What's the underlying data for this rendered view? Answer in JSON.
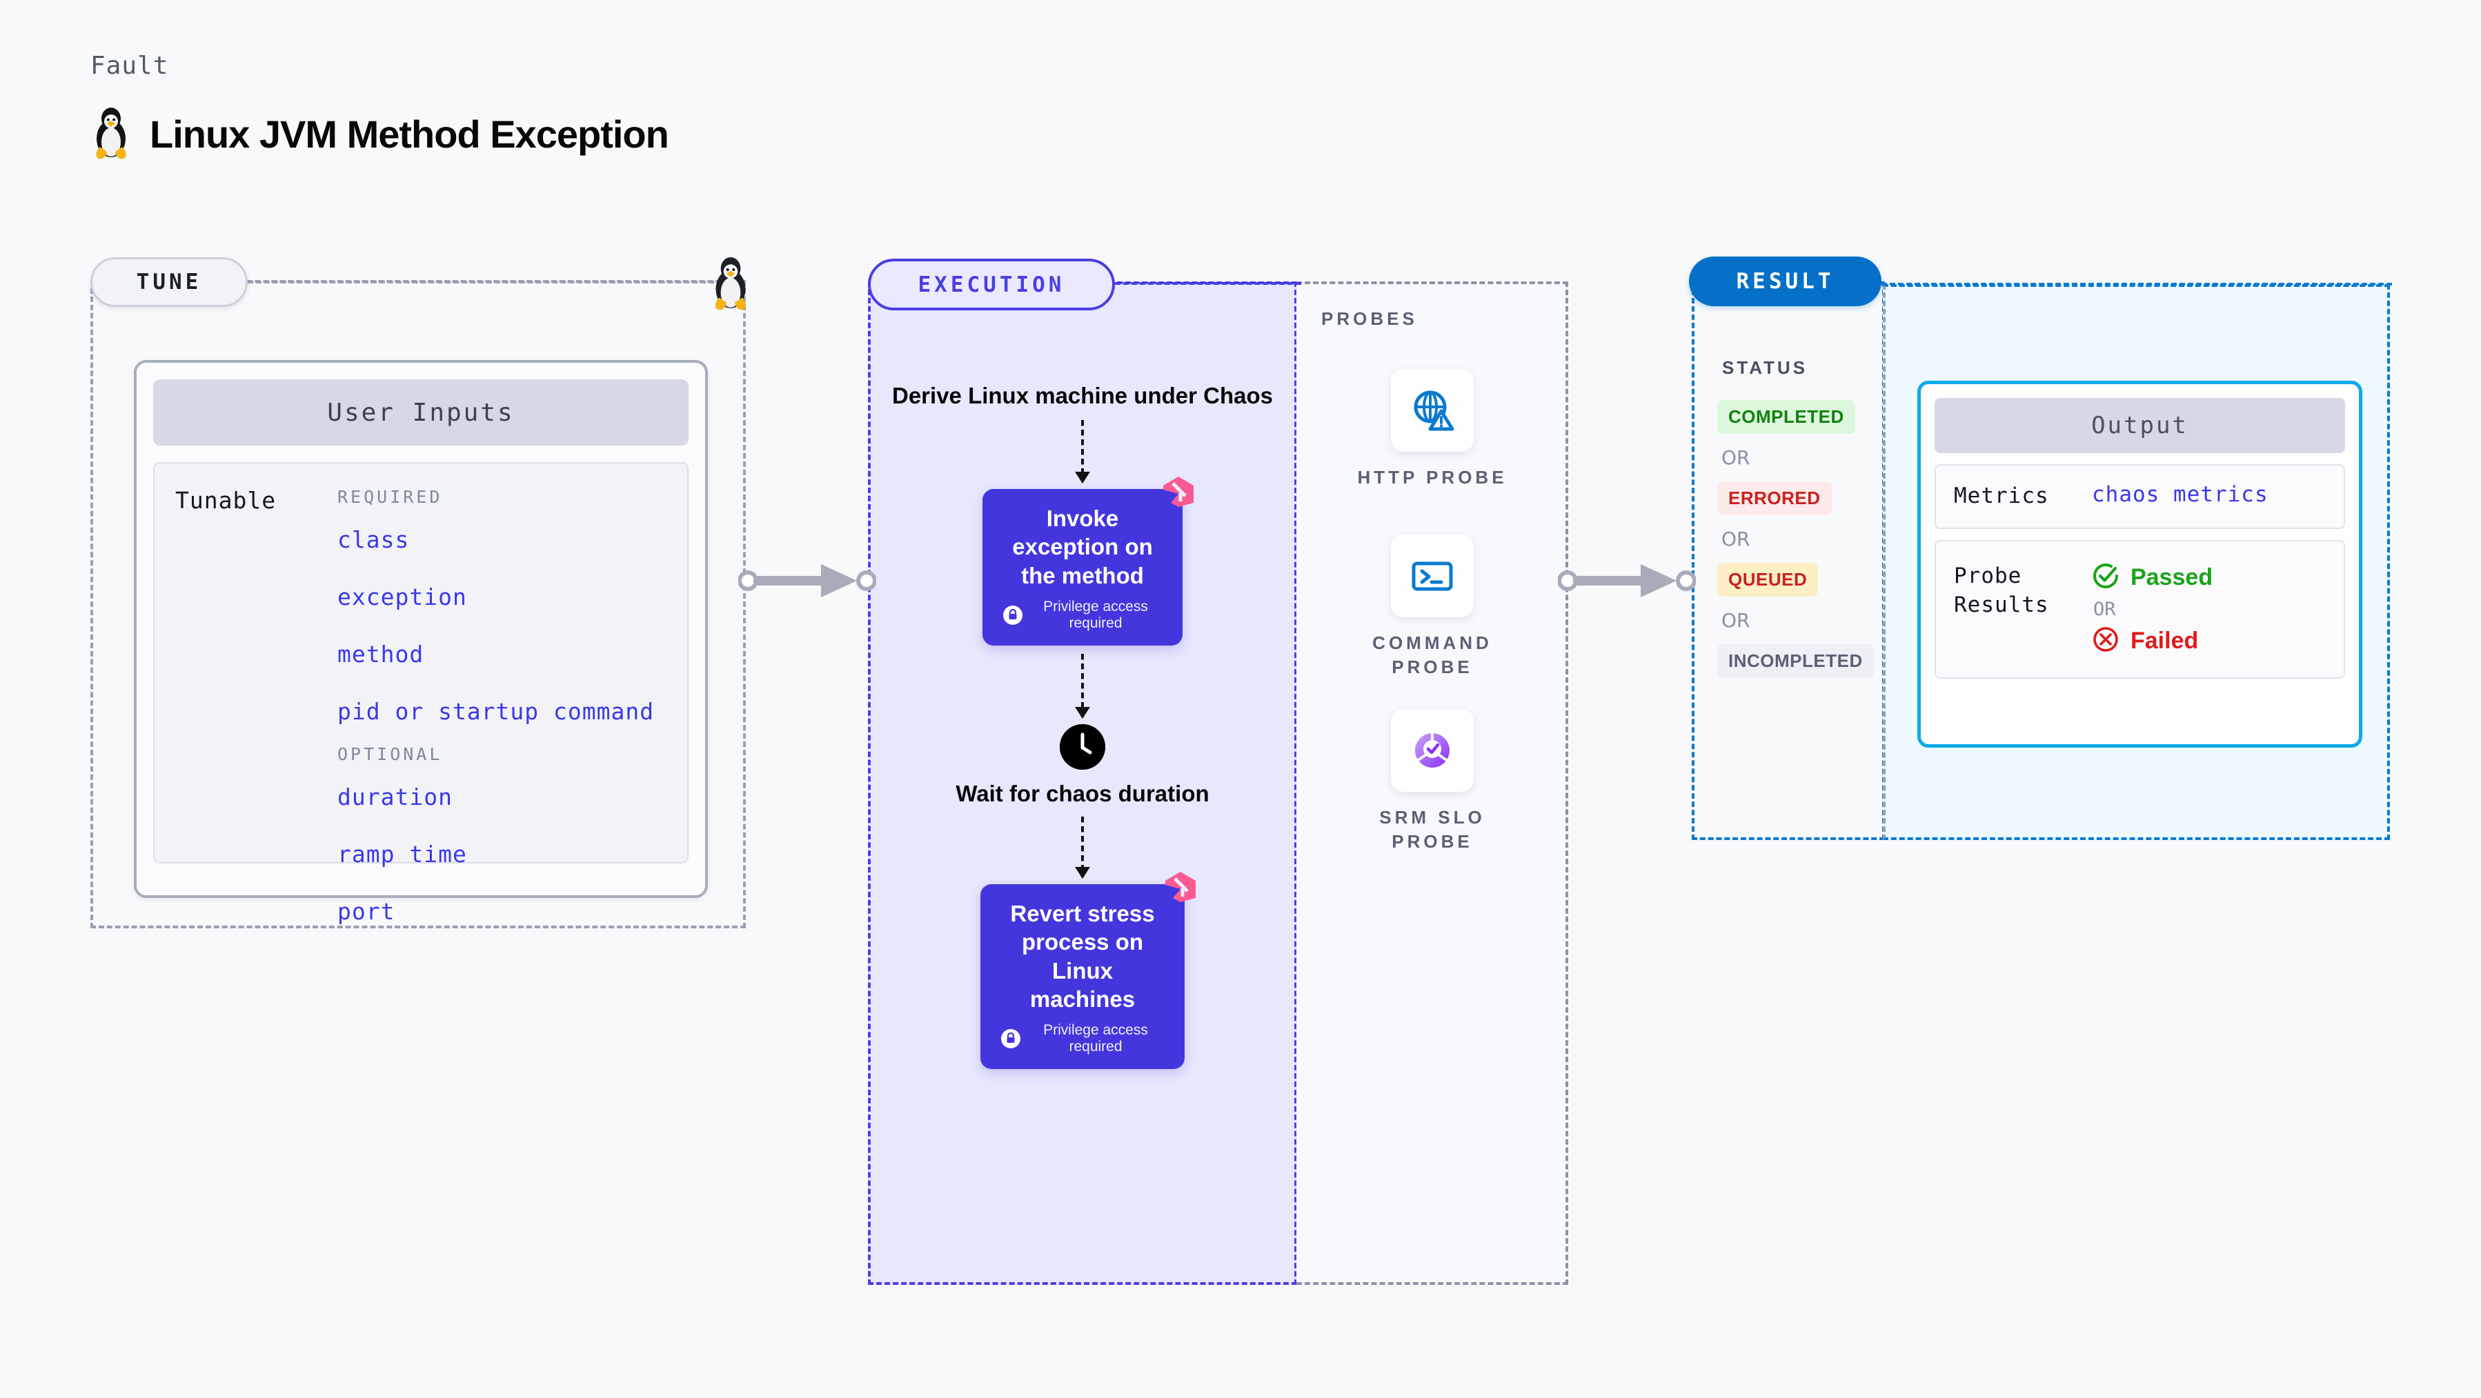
{
  "header": {
    "fault_label": "Fault",
    "title": "Linux JVM Method Exception",
    "icon": "linux-tux-icon"
  },
  "tune": {
    "pill_label": "TUNE",
    "card_title": "User Inputs",
    "tunable_label": "Tunable",
    "groups": [
      {
        "label": "REQUIRED",
        "fields": [
          "class",
          "exception",
          "method",
          "pid or startup command"
        ]
      },
      {
        "label": "OPTIONAL",
        "fields": [
          "duration",
          "ramp time",
          "port"
        ]
      }
    ]
  },
  "execution": {
    "pill_label": "EXECUTION",
    "steps": [
      {
        "type": "caption",
        "text": "Derive Linux machine under Chaos"
      },
      {
        "type": "card",
        "title": "Invoke exception on the method",
        "note": "Privilege access required",
        "badge": "litmus-logo-icon",
        "lock": "lock-icon"
      },
      {
        "type": "clock-caption",
        "text": "Wait for chaos duration",
        "icon": "clock-icon"
      },
      {
        "type": "card",
        "title": "Revert stress process on Linux machines",
        "note": "Privilege access required",
        "badge": "litmus-logo-icon",
        "lock": "lock-icon"
      }
    ]
  },
  "probes": {
    "title": "PROBES",
    "items": [
      {
        "name": "HTTP PROBE",
        "icon": "globe-warning-icon"
      },
      {
        "name": "COMMAND PROBE",
        "icon": "terminal-icon"
      },
      {
        "name": "SRM SLO PROBE",
        "icon": "slo-donut-check-icon"
      }
    ]
  },
  "result": {
    "pill_label": "RESULT",
    "status_title": "STATUS",
    "or_label": "OR",
    "statuses": [
      {
        "label": "COMPLETED",
        "tone": "completed"
      },
      {
        "label": "ERRORED",
        "tone": "errored"
      },
      {
        "label": "QUEUED",
        "tone": "queued"
      },
      {
        "label": "INCOMPLETED",
        "tone": "incompleted"
      }
    ]
  },
  "output": {
    "card_title": "Output",
    "metrics_key": "Metrics",
    "metrics_value": "chaos metrics",
    "probe_results_key": "Probe Results",
    "passed_label": "Passed",
    "or_label": "OR",
    "failed_label": "Failed",
    "passed_icon": "check-circle-icon",
    "failed_icon": "x-circle-icon"
  },
  "colors": {
    "background": "#f8f9fb",
    "execution_accent": "#4a3fe0",
    "execution_fill": "#e7e8fd",
    "result_accent": "#0b7ad4",
    "result_pill": "#0670c8",
    "output_fill": "#eefaff",
    "output_border": "#0eaae8",
    "chaos_card": "#4436dd",
    "field_link": "#3a37e8",
    "litmus_pink": "#fa5a92",
    "passed_green": "#1aa31a",
    "failed_red": "#e01b1b",
    "probe_blue": "#0c79ce",
    "slo_purple": "#9a4ef0"
  }
}
